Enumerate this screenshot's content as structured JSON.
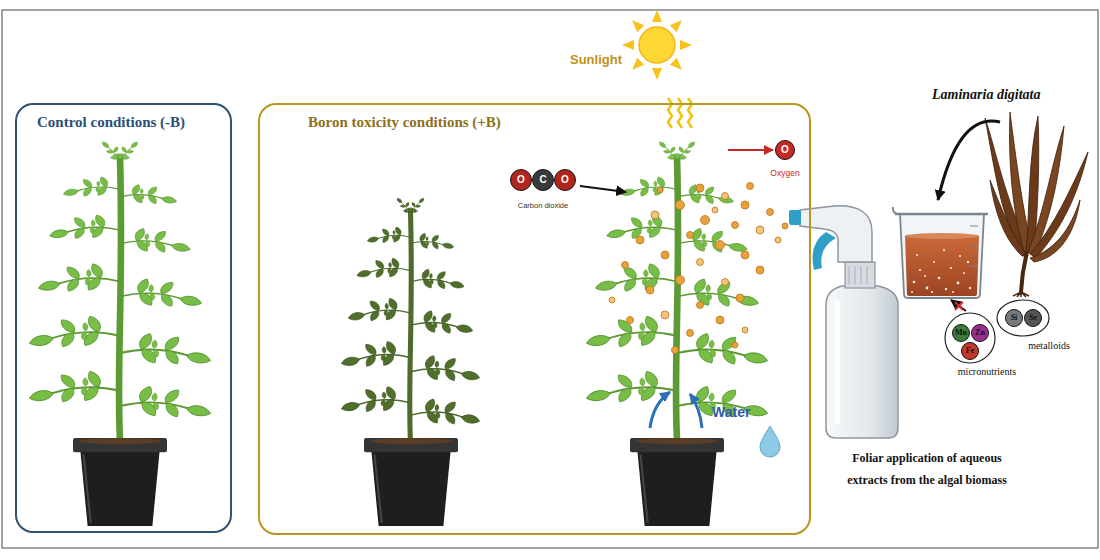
{
  "diagram": {
    "nodes": [
      {
        "text": [
          "Control conditions (-B)"
        ]
      },
      {
        "text": [
          "Boron toxicity conditions (+B)"
        ]
      },
      {
        "text": [
          "O"
        ],
        "in": 1
      },
      {
        "text": [
          "C"
        ],
        "in": 1
      },
      {
        "text": [
          "O"
        ],
        "in": 1
      },
      {
        "text": [
          "O"
        ],
        "in": 1
      },
      {
        "text": [
          "micronutrients"
        ]
      },
      {
        "text": [
          "Mn"
        ],
        "in": 6
      },
      {
        "text": [
          "Zn"
        ],
        "in": 6
      },
      {
        "text": [
          "Fe"
        ],
        "in": 6
      },
      {
        "text": [
          "metalloids"
        ]
      },
      {
        "text": [
          "Si"
        ],
        "in": 10
      },
      {
        "text": [
          "Se"
        ],
        "in": 10
      }
    ],
    "labels": [
      "Sunlight",
      "Carbon dioxide",
      "Oxygen",
      "Water",
      "Laminaria digitata",
      "Foliar application of aqueous extracts from the algal biomass"
    ]
  }
}
